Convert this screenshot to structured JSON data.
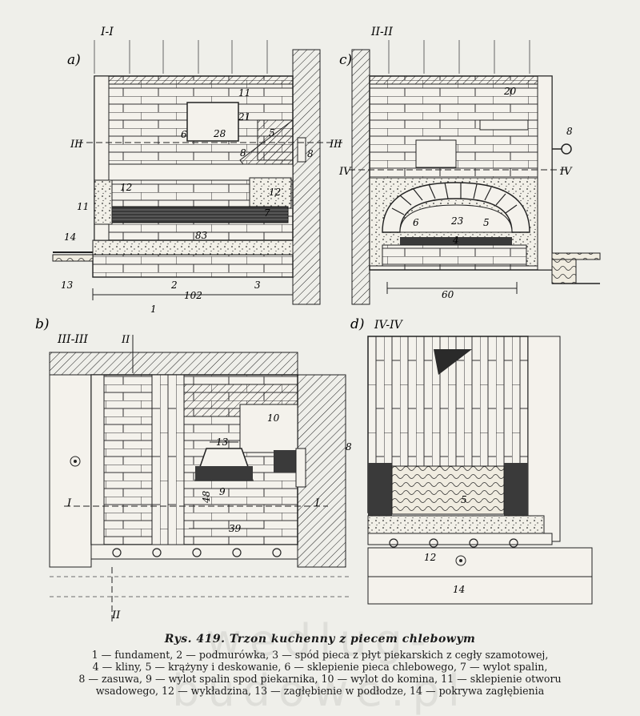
{
  "panels": {
    "a": {
      "letter": "a)",
      "section": "I-I"
    },
    "b": {
      "letter": "b)",
      "section": "III-III"
    },
    "c": {
      "letter": "c)",
      "section": "II-II"
    },
    "d": {
      "letter": "d)",
      "section": "IV-IV"
    }
  },
  "section_marks": {
    "I": "I",
    "II": "II",
    "III": "III",
    "IV": "IV"
  },
  "dimensions": {
    "d102": "102",
    "d83": "83",
    "d60": "60",
    "d39": "39",
    "d28": "28",
    "d23": "23",
    "d21": "21",
    "d20": "20",
    "d13": "13",
    "d12": "12",
    "d48": "48",
    "d6": "6",
    "d8": "8",
    "d2": "2"
  },
  "labels": {
    "n1": "1",
    "n2": "2",
    "n3": "3",
    "n4": "4",
    "n5": "5",
    "n6": "6",
    "n7": "7",
    "n8": "8",
    "n9": "9",
    "n10": "10",
    "n11": "11",
    "n12": "12",
    "n13": "13",
    "n14": "14"
  },
  "caption": {
    "title": "Rys. 419. Trzon kuchenny z piecem chlebowym",
    "lines": [
      "1 — fundament, 2 — podmurówka, 3 — spód pieca z płyt piekarskich z cegły szamotowej,",
      "4 — kliny, 5 — krążyny i deskowanie, 6 — sklepienie pieca chlebowego, 7 — wylot spalin,",
      "8 — zasuwa, 9 — wylot spalin spod piekarnika, 10 — wylot do komina, 11 — sklepienie otworu",
      "wsadowego, 12 — wykładzina, 13 — zagłębienie w podłodze, 14 — pokrywa zagłębienia"
    ]
  },
  "watermark": "wedlug-budowe.pl"
}
